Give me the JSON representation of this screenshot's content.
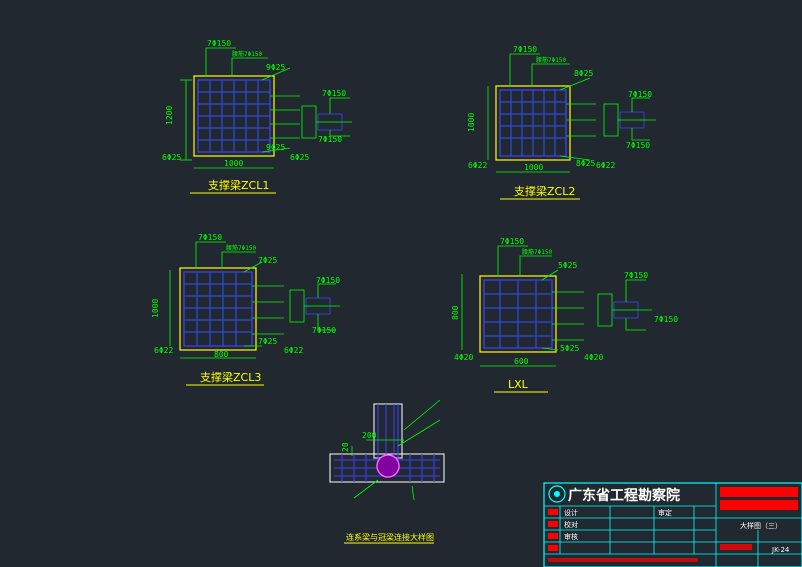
{
  "details": {
    "zcl1": {
      "title": "支撑梁ZCL1",
      "top_bar": "7Φ150",
      "waist": "腰筋7Φ150",
      "top_right": "9Φ25",
      "bot_right": "9Φ25",
      "side_right": "7Φ150",
      "side_right2": "7Φ150",
      "height": "1200",
      "width": "1000",
      "bot_left": "6Φ25",
      "bot_right2": "6Φ25"
    },
    "zcl2": {
      "title": "支撑梁ZCL2",
      "top_bar": "7Φ150",
      "waist": "腰筋7Φ150",
      "top_right": "8Φ25",
      "bot_right": "8Φ25",
      "side_right": "7Φ150",
      "side_right2": "7Φ150",
      "height": "1000",
      "width": "1000",
      "bot_left": "6Φ22",
      "bot_right2": "6Φ22"
    },
    "zcl3": {
      "title": "支撑梁ZCL3",
      "top_bar": "7Φ150",
      "waist": "腰筋7Φ150",
      "top_right": "7Φ25",
      "bot_right": "7Φ25",
      "side_right": "7Φ150",
      "side_right2": "7Φ150",
      "height": "1000",
      "width": "800",
      "bot_left": "6Φ22",
      "bot_right2": "6Φ22"
    },
    "lxl": {
      "title": "LXL",
      "top_bar": "7Φ150",
      "waist": "腰筋7Φ150",
      "top_right": "5Φ25",
      "bot_right": "5Φ25",
      "side_right": "7Φ150",
      "side_right2": "7Φ150",
      "height": "800",
      "width": "600",
      "bot_left": "4Φ20",
      "bot_right2": "4Φ20"
    },
    "joint": {
      "title": "连系梁与冠梁连接大样图",
      "dim_200": "200",
      "dim_20": "20"
    }
  },
  "title_block": {
    "company": "广东省工程勘察院",
    "project_line1": "",
    "project_line2": "",
    "drawing_name": "大样图（三）",
    "sheet_no": "JK-24",
    "role1": "设计",
    "role2": "校对",
    "role3": "审核",
    "role4": "审定"
  },
  "colors": {
    "background": "#212830",
    "rebar": "#0000ff",
    "concrete_outline": "#ffff00",
    "dimension": "#00ff00",
    "title_block_line": "#00ffff",
    "stamp": "#ff0000"
  }
}
